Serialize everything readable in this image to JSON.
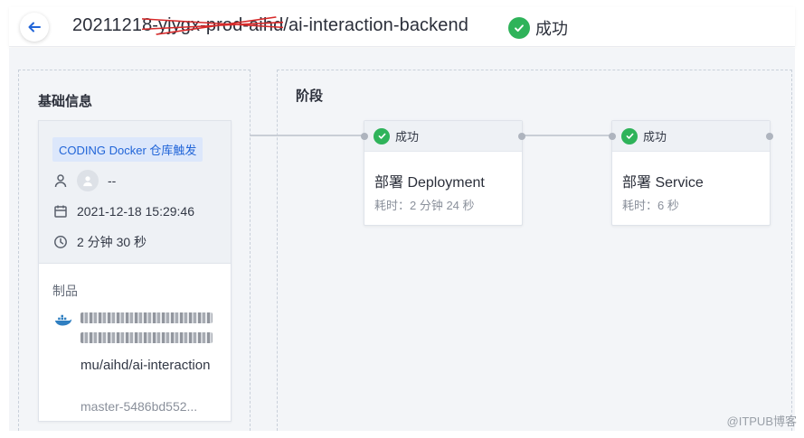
{
  "header": {
    "title_visible": "2021121",
    "title_redacted": "8-yjygx-prod-aihd",
    "title_tail": "/ai-interaction-backend",
    "status_label": "成功",
    "success_color": "#2fb35a"
  },
  "basic": {
    "section_title": "基础信息",
    "trigger_label": "CODING Docker 仓库触发",
    "user_name": "--",
    "date": "2021-12-18 15:29:46",
    "duration": "2 分钟 30 秒",
    "artifacts_label": "制品",
    "artifact_name": "mu/aihd/ai-interaction",
    "artifact_version": "master-5486bd552..."
  },
  "stages": {
    "section_title": "阶段",
    "items": [
      {
        "status": "成功",
        "name": "部署 Deployment",
        "duration": "耗时：2 分钟 24 秒"
      },
      {
        "status": "成功",
        "name": "部署 Service",
        "duration": "耗时：6 秒"
      }
    ]
  },
  "watermark": "@ITPUB博客",
  "icons": {
    "back": "arrow-left-icon",
    "success": "check-circle-icon",
    "user": "user-icon",
    "calendar": "calendar-icon",
    "clock": "clock-icon",
    "docker": "docker-icon"
  },
  "colors": {
    "accent": "#2165d8",
    "tag_bg": "#dce7fb"
  }
}
